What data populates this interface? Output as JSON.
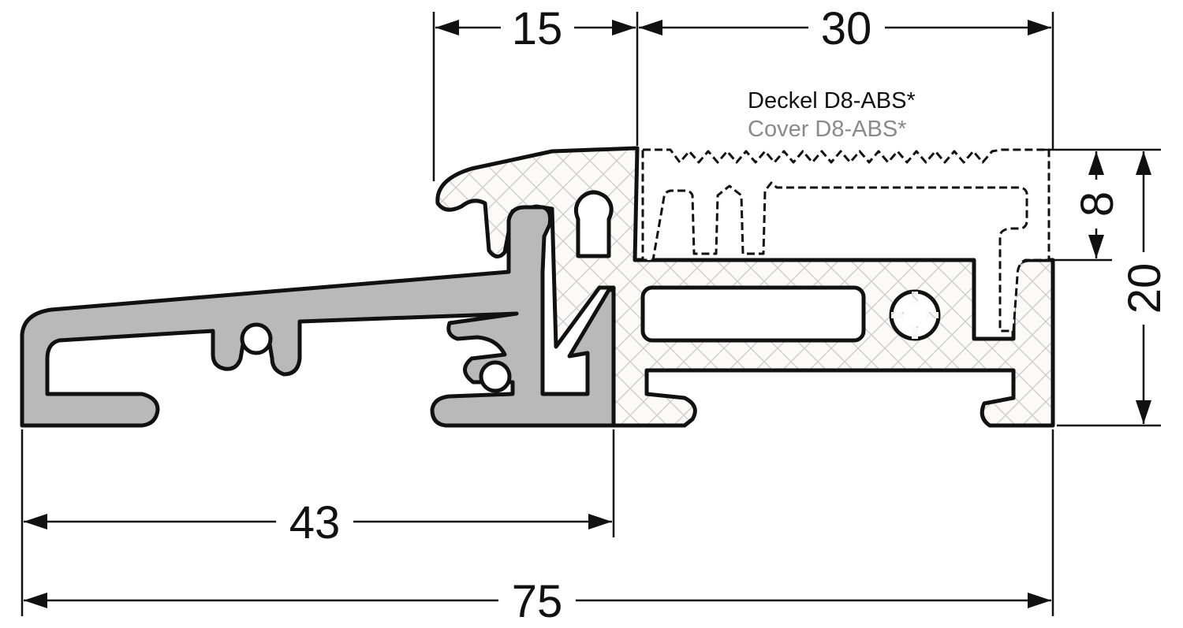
{
  "drawing": {
    "dimensions": {
      "top_left": "15",
      "top_right": "30",
      "right_small": "8",
      "right_total": "20",
      "bottom_partial": "43",
      "bottom_total": "75"
    },
    "labels": {
      "german": "Deckel D8-ABS*",
      "english": "Cover D8-ABS*"
    },
    "colors": {
      "aluminium": "#b9b9b9",
      "plastic_hatch": "#c8c8c8",
      "line": "#111111",
      "english_label": "#8a8a8a"
    }
  }
}
